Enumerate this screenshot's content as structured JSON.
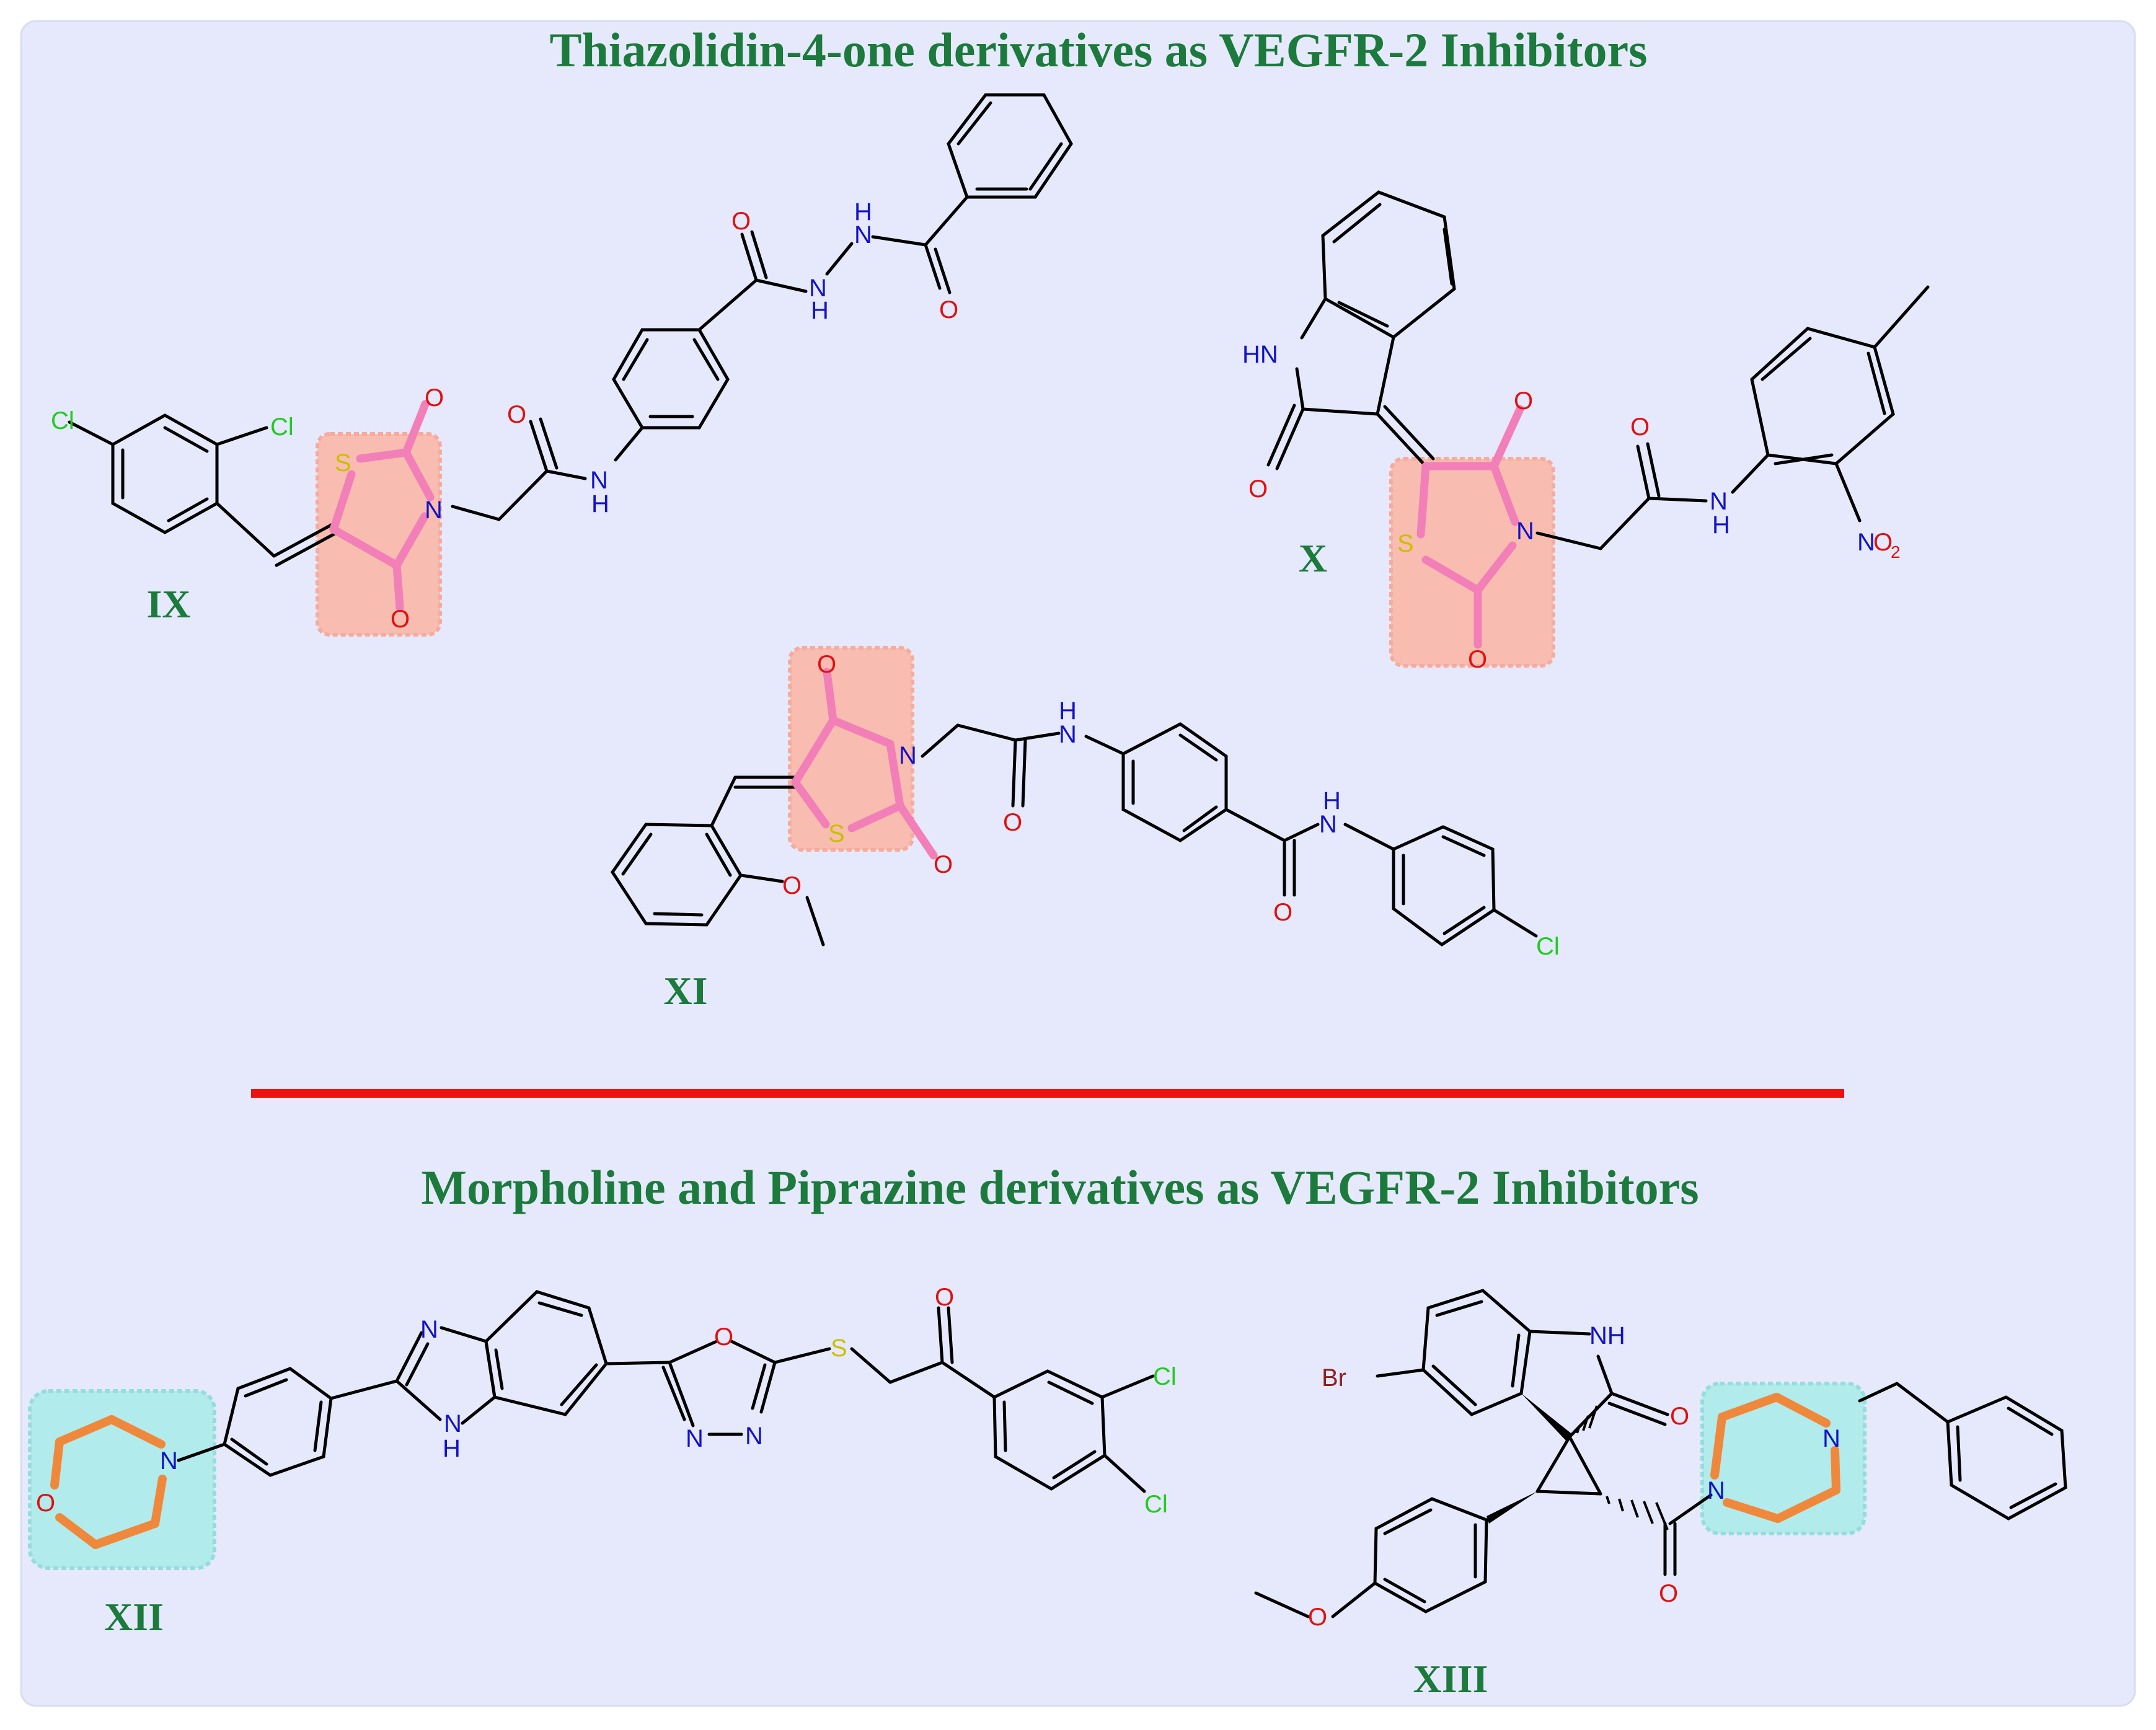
{
  "titles": {
    "top": "Thiazolidin-4-one derivatives  as VEGFR-2 Inhibitors",
    "bottom": "Morpholine and Piprazine derivatives as VEGFR-2 Inhibitors"
  },
  "compounds": {
    "ix": "IX",
    "x": "X",
    "xi": "XI",
    "xii": "XII",
    "xiii": "XIII"
  },
  "atoms": {
    "ix": {
      "cl1": "Cl",
      "cl2": "Cl",
      "s": "S",
      "n": "N",
      "o1": "O",
      "o2": "O",
      "o3": "O",
      "nh": "N",
      "h_amide": "H",
      "o4": "O",
      "n1": "N",
      "n2": "N",
      "h1": "H",
      "h2": "H",
      "o5": "O"
    },
    "x": {
      "hn": "HN",
      "o_ind": "O",
      "o1": "O",
      "s": "S",
      "n": "N",
      "o2": "O",
      "o3": "O",
      "nh": "N",
      "h": "H",
      "no2_n": "N",
      "no2_o": "O",
      "no2_sub": "2"
    },
    "xi": {
      "o1": "O",
      "n": "N",
      "s": "S",
      "o2": "O",
      "nh1": "N",
      "h1": "H",
      "o3": "O",
      "ome_o": "O",
      "nh2": "N",
      "h2": "H",
      "o4": "O",
      "cl": "Cl"
    },
    "xii": {
      "n_morph": "N",
      "o_morph": "O",
      "n_bz": "N",
      "nh": "N",
      "h": "H",
      "o_oxa": "O",
      "n_oxa1": "N",
      "n_oxa2": "N",
      "s": "S",
      "o_keto": "O",
      "cl1": "Cl",
      "cl2": "Cl"
    },
    "xiii": {
      "br": "Br",
      "nh": "NH",
      "o_lac": "O",
      "n_pip1": "N",
      "n_pip2": "N",
      "o_amide": "O",
      "o_ome": "O"
    }
  },
  "colors": {
    "background": "#e6e9fb",
    "title": "#1b7a3c",
    "thiazolidinone_ring": "#f27fb8",
    "thiazolidinone_highlight": "#fbb9a8",
    "morpholine_ring": "#f0883b",
    "piperazine_highlight": "#a8ecea",
    "divider": "#ee1111",
    "oxygen": "#e01010",
    "nitrogen": "#1212c8",
    "sulfur": "#c8c000",
    "chlorine": "#22cc22",
    "bromine": "#8b2222"
  }
}
